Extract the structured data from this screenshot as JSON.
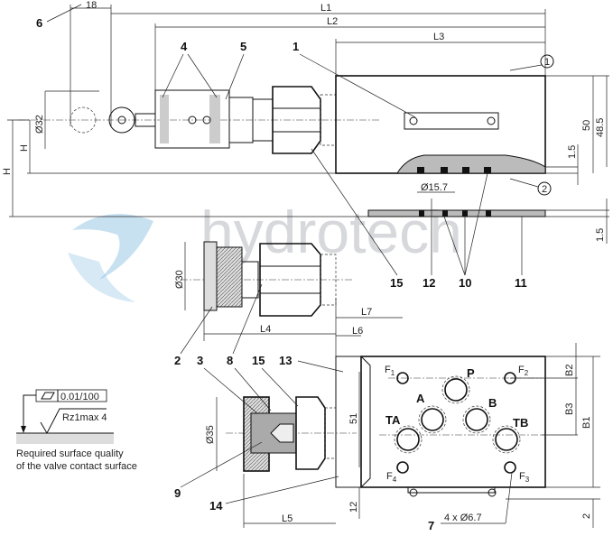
{
  "watermark": "hydrotech",
  "colors": {
    "line": "#111111",
    "fill_gray": "#bbbbbb",
    "watermark_gray": "#c9ccd0",
    "logo_blue": "#5fa8d8"
  },
  "dimensions": {
    "d18": "18",
    "L1": "L1",
    "L2": "L2",
    "L3": "L3",
    "L4": "L4",
    "L5": "L5",
    "L6": "L6",
    "L7": "L7",
    "H_inner": "H",
    "H_outer": "H",
    "d32": "Ø32",
    "d30": "Ø30",
    "d35": "Ø35",
    "d15_7": "Ø15.7",
    "v50": "50",
    "v48_5": "48.5",
    "v1_5a": "1.5",
    "v1_5b": "1.5",
    "v51": "51",
    "v12": "12",
    "v2": "2",
    "B1": "B1",
    "B2": "B2",
    "B3": "B3",
    "holes": "4 x Ø6.7"
  },
  "callouts": {
    "c1": "1",
    "c2": "2",
    "c3": "3",
    "c4": "4",
    "c5": "5",
    "c6": "6",
    "c7": "7",
    "c8": "8",
    "c9": "9",
    "c10": "10",
    "c11": "11",
    "c12": "12",
    "c13": "13",
    "c14": "14",
    "c15a": "15",
    "c15b": "15",
    "circ1": "1",
    "circ2": "2"
  },
  "ports": {
    "P": "P",
    "A": "A",
    "B": "B",
    "TA": "TA",
    "TB": "TB",
    "F1": "F",
    "F2": "F",
    "F3": "F",
    "F4": "F",
    "F1s": "1",
    "F2s": "2",
    "F3s": "3",
    "F4s": "4"
  },
  "surface": {
    "flatness": "0.01/100",
    "roughness": "Rz1max 4",
    "caption_line1": "Required surface quality",
    "caption_line2": "of the valve contact surface"
  }
}
